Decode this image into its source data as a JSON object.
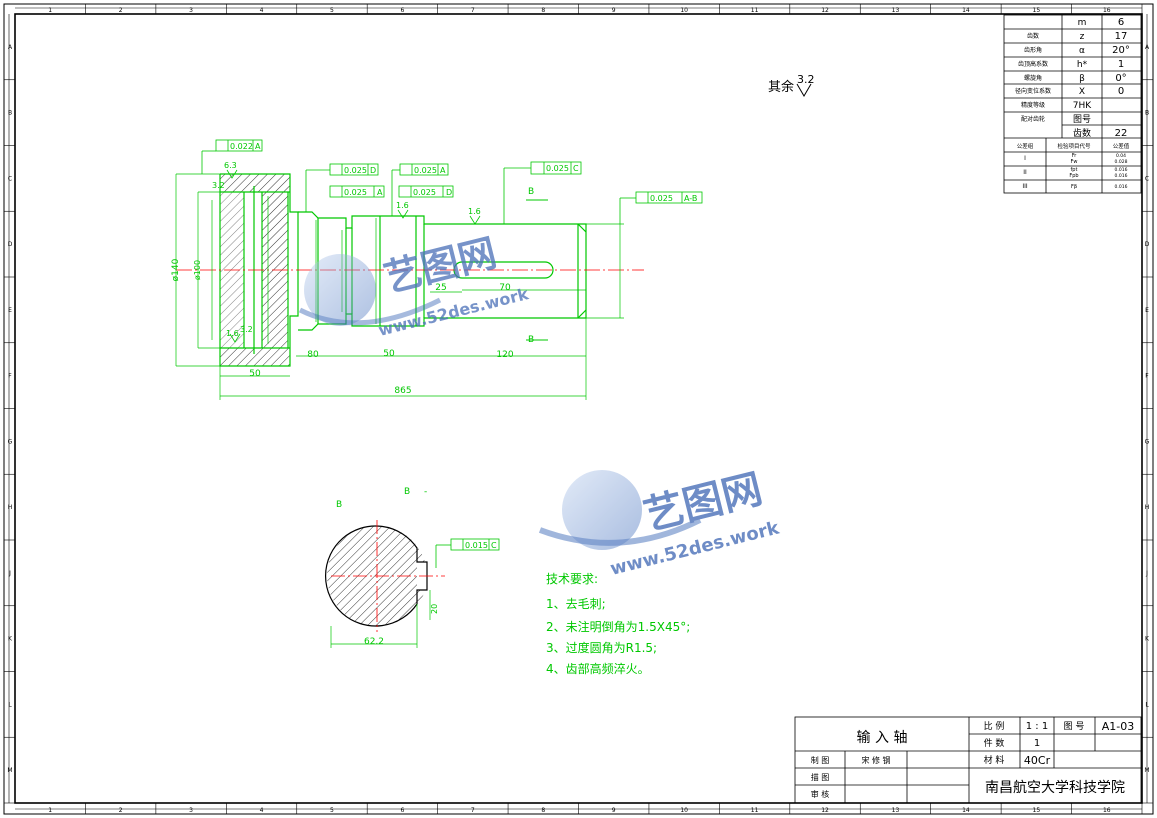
{
  "frame": {
    "top_numbers": [
      "1",
      "2",
      "3",
      "4",
      "5",
      "6",
      "7",
      "8",
      "9",
      "10",
      "11",
      "12",
      "13",
      "14",
      "15",
      "16"
    ],
    "side_letters": [
      "A",
      "B",
      "C",
      "D",
      "E",
      "F",
      "G",
      "H",
      "J",
      "K",
      "L",
      "M"
    ]
  },
  "params": {
    "rows": [
      {
        "label": "",
        "symbol": "m",
        "value": "6"
      },
      {
        "label": "齿数",
        "symbol": "z",
        "value": "17"
      },
      {
        "label": "齿形角",
        "symbol": "α",
        "value": "20°"
      },
      {
        "label": "齿顶高系数",
        "symbol": "h*",
        "value": "1"
      },
      {
        "label": "螺旋角",
        "symbol": "β",
        "value": "0°"
      },
      {
        "label": "径向变位系数",
        "symbol": "X",
        "value": "0"
      },
      {
        "label": "精度等级",
        "symbol": "7HK",
        "value": ""
      },
      {
        "label": "配对齿轮",
        "symbol": "图号",
        "value": ""
      },
      {
        "label": "",
        "symbol": "齿数",
        "value": "22"
      }
    ],
    "tol_header": [
      "公差组",
      "检验项目代号",
      "公差值"
    ],
    "tol_rows": [
      {
        "group": "I",
        "code": "Fr\nFw",
        "value": "0.04\n0.028"
      },
      {
        "group": "II",
        "code": "fpt\nFpb",
        "value": "0.016\n0.016"
      },
      {
        "group": "III",
        "code": "Fβ",
        "value": "0.016"
      }
    ]
  },
  "roughness_note": {
    "text": "其余",
    "value": "3.2"
  },
  "dims": {
    "d140": "ø140",
    "d100": "ø100",
    "len80": "80",
    "len50a": "50",
    "len120": "120",
    "len50b": "50",
    "total": "865",
    "len25": "25",
    "len70": "70",
    "sec_w": "62.2",
    "sec_h": "20"
  },
  "tolerances": {
    "t1": "0.022",
    "t1r": "A",
    "t2": "0.025",
    "t2r": "D",
    "t3": "0.025",
    "t3r": "A",
    "t4": "0.025",
    "t4r": "A",
    "t5": "0.025",
    "t5r": "D",
    "t6": "0.025",
    "t6r": "C",
    "t7": "0.025",
    "t7r": "A-B",
    "t8": "0.015",
    "t8r": "C"
  },
  "roughness": {
    "r63": "6.3",
    "r32": "3.2",
    "r16": "1.6"
  },
  "section": {
    "label_left": "B",
    "label_right": "B",
    "sep": "-",
    "cut": "B"
  },
  "tech": {
    "title": "技术要求:",
    "items": [
      "1、去毛刺;",
      "2、未注明倒角为1.5X45°;",
      "3、过度圆角为R1.5;",
      "4、齿部高频淬火。"
    ]
  },
  "title_block": {
    "name": "输  入  轴",
    "scale_label": "比 例",
    "scale": "1 : 1",
    "drawing_no_label": "图 号",
    "drawing_no": "A1-03",
    "qty_label": "件 数",
    "qty": "1",
    "material_label": "材 料",
    "material": "40Cr",
    "drawn_label": "制 图",
    "drawn_by": "宋 修 钢",
    "traced_label": "描 图",
    "checked_label": "审 核",
    "school": "南昌航空大学科技学院"
  },
  "watermark": {
    "cn": "艺图网",
    "url": "www.52des.work"
  },
  "colors": {
    "line": "#00c800",
    "frame": "#000000",
    "center": "#ff0000",
    "hatch": "#000000",
    "watermark": "#4a70b8"
  }
}
